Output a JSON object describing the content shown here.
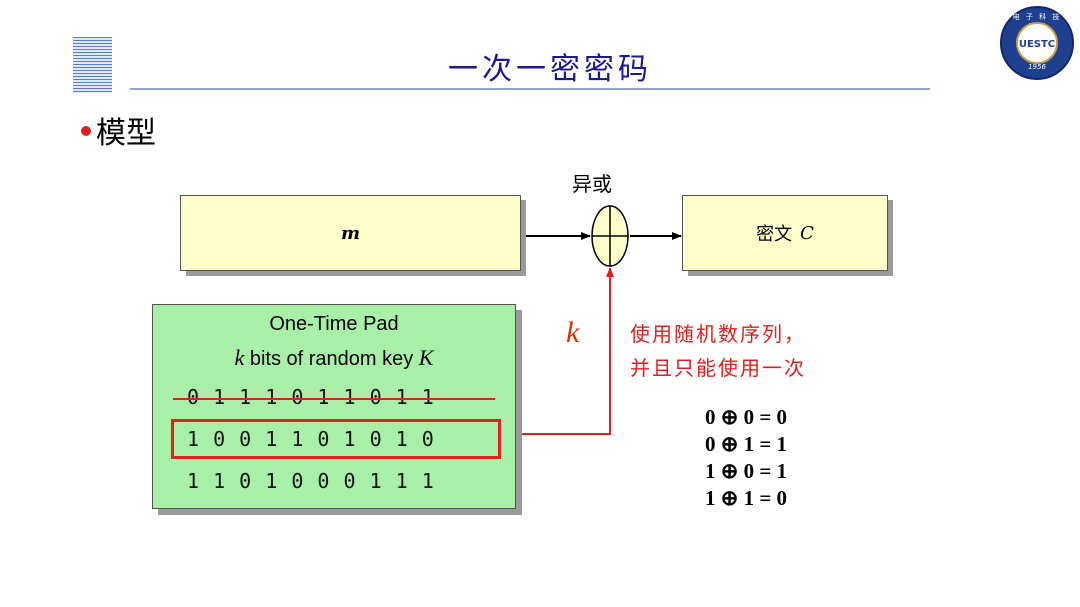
{
  "header": {
    "title": "一次一密密码"
  },
  "logo": {
    "text": "UESTC",
    "arc": "电 子 科 技 大 学",
    "year": "1956"
  },
  "section": {
    "heading": "模型"
  },
  "diagram": {
    "message_box": {
      "label": "m"
    },
    "xor_label": "异或",
    "ciphertext_box": {
      "label": "密文",
      "var": "C"
    },
    "pad": {
      "title": "One-Time Pad",
      "subtitle_k": "k",
      "subtitle_text": " bits of random key ",
      "subtitle_K": "K",
      "rows": [
        "0 1 1 1 0 1 1 0 1 1",
        "1 0 0 1 1 0 1 0 1 0",
        "1 1 0 1 0 0 0 1 1 1"
      ]
    },
    "k_label": "k",
    "note": [
      "使用随机数序列，",
      "并且只能使用一次"
    ],
    "truth_table": [
      "0 ⊕ 0 = 0",
      "0 ⊕ 1 = 1",
      "1 ⊕ 0 = 1",
      "1 ⊕ 1 = 0"
    ]
  }
}
